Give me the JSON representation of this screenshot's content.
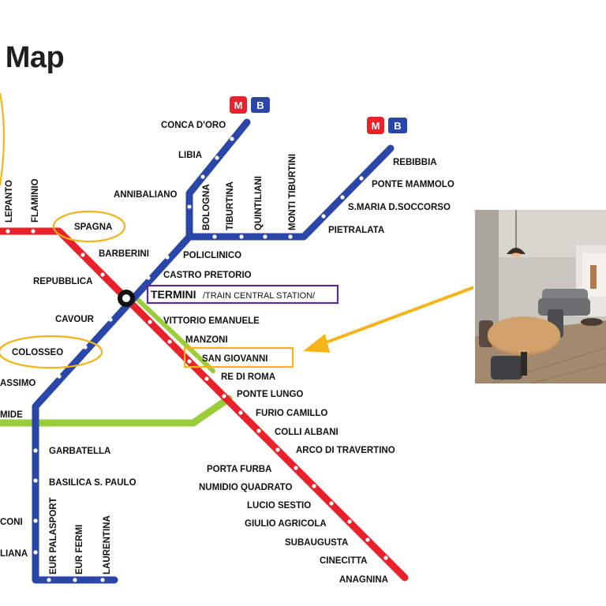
{
  "title": "o Map",
  "colors": {
    "line_a": "#e8212a",
    "line_b": "#2a46a8",
    "line_c": "#9bcc3a",
    "highlight_yellow": "#f4b41a",
    "highlight_purple": "#5b2d8e"
  },
  "badges": {
    "metro_letter": "M",
    "line_letter": "B"
  },
  "stations": {
    "lepanto": "LEPANTO",
    "flaminio": "FLAMINIO",
    "spagna": "SPAGNA",
    "barberini": "BARBERINI",
    "repubblica": "REPUBBLICA",
    "termini": "TERMINI",
    "termini_note": "/TRAIN CENTRAL STATION/",
    "cavour": "CAVOUR",
    "colosseo": "COLOSSEO",
    "circo_massimo": "ASSIMO",
    "piramide": "MIDE",
    "garbatella": "GARBATELLA",
    "basilica": "BASILICA S. PAULO",
    "marconi": "CONI",
    "magliana": "LIANA",
    "eur_palasport": "EUR PALASPORT",
    "eur_fermi": "EUR FERMI",
    "laurentina": "LAURENTINA",
    "conca_doro": "CONCA D'ORO",
    "libia": "LIBIA",
    "annibaliano": "ANNIBALIANO",
    "bologna": "BOLOGNA",
    "tiburtina": "TIBURTINA",
    "quintiliani": "QUINTILIANI",
    "monti_tiburtini": "MONTI TIBURTINI",
    "pietralata": "PIETRALATA",
    "santa_maria": "S.MARIA D.SOCCORSO",
    "ponte_mammolo": "PONTE MAMMOLO",
    "rebibbia": "REBIBBIA",
    "policlinico": "POLICLINICO",
    "castro_pretorio": "CASTRO PRETORIO",
    "vittorio": "VITTORIO EMANUELE",
    "manzoni": "MANZONI",
    "san_giovanni": "SAN GIOVANNI",
    "re_di_roma": "RE DI ROMA",
    "ponte_lungo": "PONTE LUNGO",
    "furio_camillo": "FURIO CAMILLO",
    "colli_albani": "COLLI ALBANI",
    "arco": "ARCO DI TRAVERTINO",
    "porta_furba": "PORTA FURBA",
    "numidio": "NUMIDIO QUADRATO",
    "lucio_sestio": "LUCIO SESTIO",
    "giulio_agricola": "GIULIO AGRICOLA",
    "subaugusta": "SUBAUGUSTA",
    "cinecitta": "CINECITTA",
    "anagnina": "ANAGNINA"
  }
}
